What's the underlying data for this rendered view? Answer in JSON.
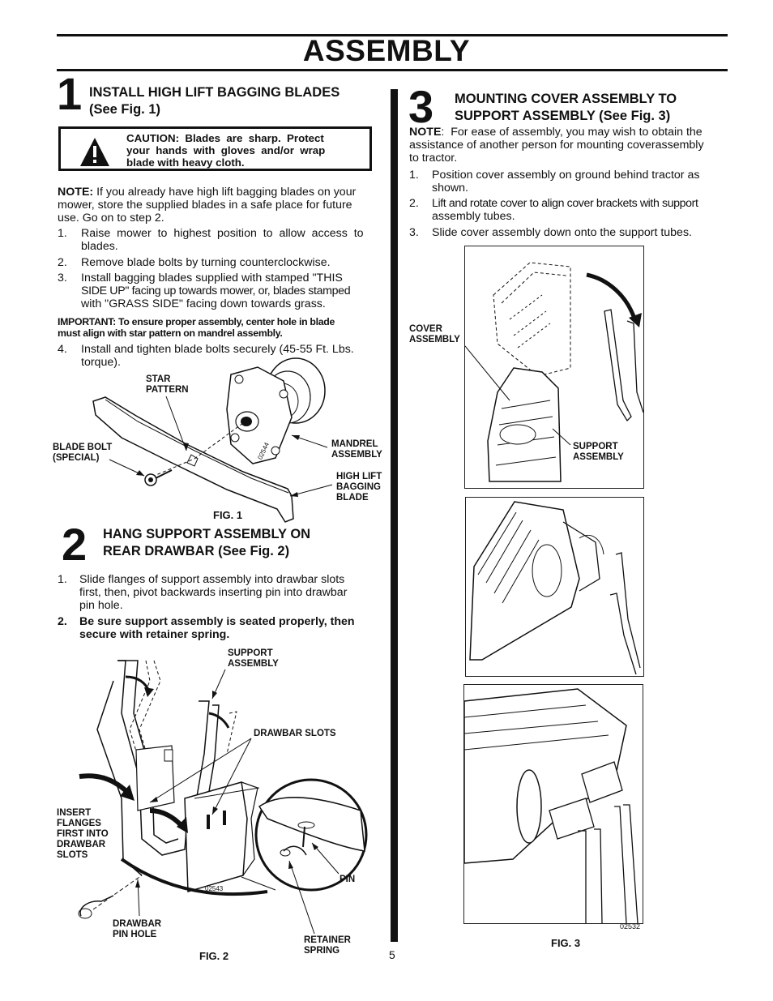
{
  "page_title": "ASSEMBLY",
  "page_number": "5",
  "step1": {
    "number": "1",
    "heading_line1": "INSTALL HIGH LIFT BAGGING BLADES",
    "heading_line2": "(See Fig. 1)",
    "caution_l1": "CAUTION:  Blades  are  sharp.  Protect",
    "caution_l2": "your  hands  with  gloves  and/or  wrap",
    "caution_l3": "blade with heavy cloth.",
    "note_label": "NOTE:",
    "note_l1": " If you already have high lift bagging blades on your",
    "note_l2": "mower, store the supplied blades in a safe place for future",
    "note_l3": "use. Go on to step 2.",
    "items": [
      {
        "n": "1.",
        "l1": "Raise  mower  to  highest  position  to  allow  access  to",
        "l2": "blades."
      },
      {
        "n": "2.",
        "l1": "Remove blade bolts by turning counterclockwise.",
        "l2": ""
      },
      {
        "n": "3.",
        "l1": "Install bagging blades supplied with stamped \"THIS",
        "l2": "SIDE UP\" facing up towards mower, or, blades stamped",
        "l3": "with \"GRASS SIDE\" facing down towards grass."
      }
    ],
    "important_l1": "IMPORTANT: To ensure proper assembly, center hole in blade",
    "important_l2": "must align with star pattern on mandrel assembly.",
    "item4_n": "4.",
    "item4_l1": "Install and tighten blade bolts securely (45-55 Ft. Lbs.",
    "item4_l2": "torque).",
    "fig_caption": "FIG. 1",
    "fig_code": "02544",
    "callouts": {
      "star_l1": "STAR",
      "star_l2": "PATTERN",
      "bolt_l1": "BLADE BOLT",
      "bolt_l2": "(SPECIAL)",
      "mandrel_l1": "MANDREL",
      "mandrel_l2": "ASSEMBLY",
      "blade_l1": "HIGH LIFT",
      "blade_l2": "BAGGING",
      "blade_l3": "BLADE"
    }
  },
  "step2": {
    "number": "2",
    "heading_line1": "HANG SUPPORT ASSEMBLY ON",
    "heading_line2": "REAR DRAWBAR (See Fig. 2)",
    "item1_n": "1.",
    "item1_l1": "Slide flanges of support assembly into drawbar slots",
    "item1_l2": "first, then, pivot backwards inserting pin into drawbar",
    "item1_l3": "pin hole.",
    "item2_n": "2.",
    "item2_l1": "Be sure support assembly is seated properly, then",
    "item2_l2": "secure with retainer spring.",
    "fig_caption": "FIG. 2",
    "fig_code": "02543",
    "callouts": {
      "support_l1": "SUPPORT",
      "support_l2": "ASSEMBLY",
      "slots": "DRAWBAR SLOTS",
      "insert_l1": "INSERT",
      "insert_l2": "FLANGES",
      "insert_l3": "FIRST INTO",
      "insert_l4": "DRAWBAR",
      "insert_l5": "SLOTS",
      "pin": "PIN",
      "pinhole_l1": "DRAWBAR",
      "pinhole_l2": "PIN HOLE",
      "retainer_l1": "RETAINER",
      "retainer_l2": "SPRING"
    }
  },
  "step3": {
    "number": "3",
    "heading_line1": "MOUNTING COVER ASSEMBLY TO",
    "heading_line2": "SUPPORT ASSEMBLY (See Fig. 3)",
    "note_label": "NOTE",
    "note_l1": ":  For ease of assembly, you may wish to obtain the",
    "note_l2": "assistance of another person for mounting coverassembly",
    "note_l3": "to tractor.",
    "item1_n": "1.",
    "item1_l1": "Position cover assembly on ground behind tractor as",
    "item1_l2": "shown.",
    "item2_n": "2.",
    "item2_l1": "Lift and rotate cover to align cover brackets with support",
    "item2_l2": "assembly tubes.",
    "item3_n": "3.",
    "item3_l1": "Slide cover assembly down onto the support tubes.",
    "fig_caption": "FIG. 3",
    "fig_code": "02532",
    "callouts": {
      "cover_l1": "COVER",
      "cover_l2": "ASSEMBLY",
      "support_l1": "SUPPORT",
      "support_l2": "ASSEMBLY"
    }
  }
}
